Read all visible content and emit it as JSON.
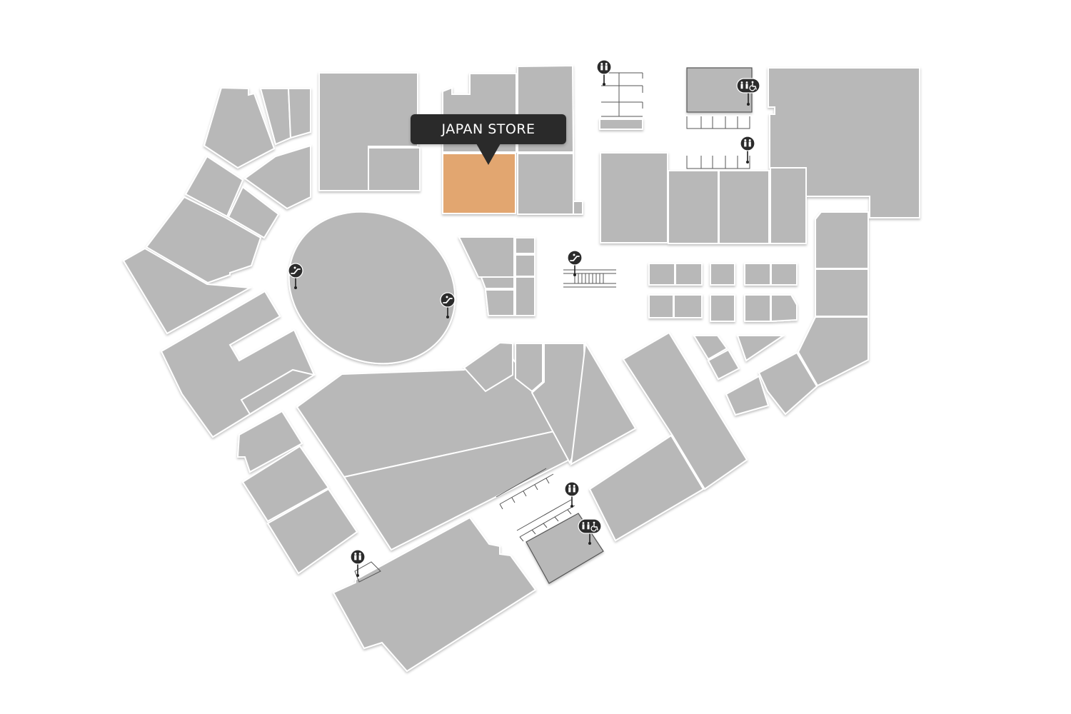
{
  "map": {
    "selected_store": {
      "label": "JAPAN STORE",
      "highlight_color": "#e2a66f"
    },
    "colors": {
      "unit_fill": "#b8b8b8",
      "background": "#ffffff",
      "tooltip_bg": "#2a2a2a"
    },
    "amenities": [
      {
        "type": "toilets",
        "icon": "restroom-icon"
      },
      {
        "type": "toilets-accessible",
        "icon": "accessible-restroom-icon"
      },
      {
        "type": "toilets",
        "icon": "restroom-icon"
      },
      {
        "type": "escalator",
        "icon": "escalator-icon"
      },
      {
        "type": "escalator",
        "icon": "escalator-icon"
      },
      {
        "type": "escalator",
        "icon": "escalator-icon"
      },
      {
        "type": "toilets",
        "icon": "restroom-icon"
      },
      {
        "type": "toilets-accessible",
        "icon": "accessible-restroom-icon"
      },
      {
        "type": "toilets",
        "icon": "restroom-icon"
      }
    ]
  }
}
